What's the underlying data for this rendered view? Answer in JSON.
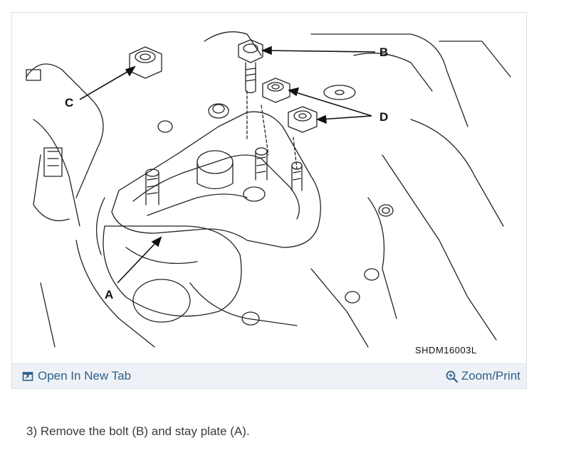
{
  "figure": {
    "labels": {
      "a": "A",
      "b": "B",
      "c": "C",
      "d": "D"
    },
    "code": "SHDM16003L"
  },
  "footer": {
    "open_tab_label": "Open In New Tab",
    "zoom_label": "Zoom/Print",
    "open_tab_icon": "open-new-tab-icon",
    "zoom_icon": "zoom-in-icon",
    "link_color": "#2e5f8a"
  },
  "caption": "3) Remove the bolt (B) and stay plate (A)."
}
